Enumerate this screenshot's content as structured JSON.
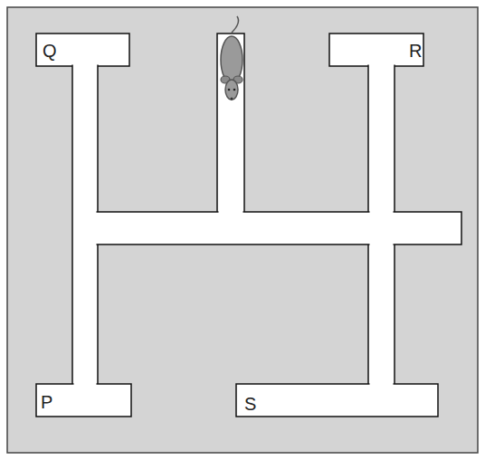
{
  "diagram": {
    "labels": [
      "Q",
      "R",
      "P",
      "S"
    ]
  }
}
